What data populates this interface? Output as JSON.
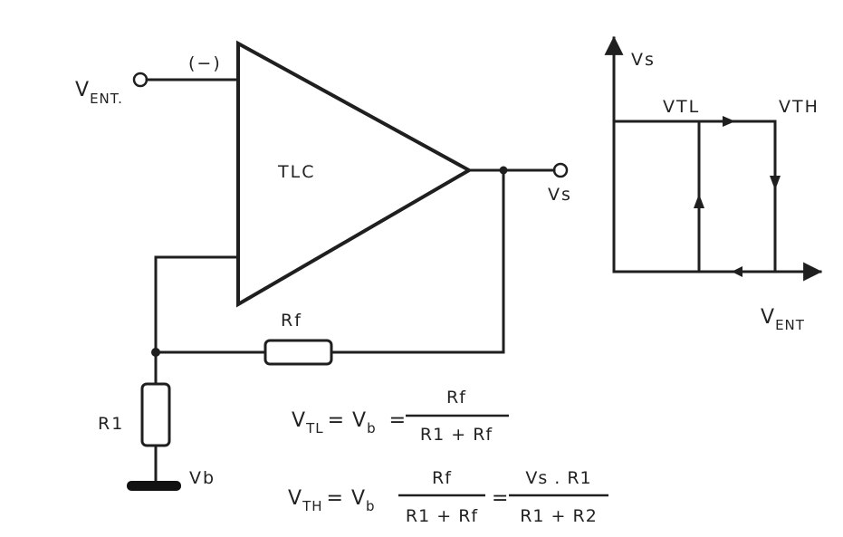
{
  "circuit": {
    "input_terminal": "V",
    "input_terminal_sub": "ENT.",
    "inverting_mark": "(−)",
    "amplifier": "TLC",
    "output_terminal": "Vs",
    "feedback_resistor": "Rf",
    "ground_resistor": "R1",
    "reference_node": "Vb"
  },
  "graph": {
    "y_axis": "Vs",
    "x_axis": "V",
    "x_axis_sub": "ENT",
    "low_threshold": "VTL",
    "high_threshold": "VTH"
  },
  "formulas": {
    "vtl_v": "V",
    "vtl_sub": "TL",
    "vtl_eq": "= V",
    "vtl_b": "b",
    "vtl_eq2": "=",
    "vtl_num": "Rf",
    "vtl_den": "R1 + Rf",
    "vth_v": "V",
    "vth_sub": "TH",
    "vth_eq": "= V",
    "vth_b": "b",
    "vth_num": "Rf",
    "vth_den": "R1 + Rf",
    "vth_eq2": "=",
    "vth_num2": "Vs . R1",
    "vth_den2": "R1 + R2"
  }
}
